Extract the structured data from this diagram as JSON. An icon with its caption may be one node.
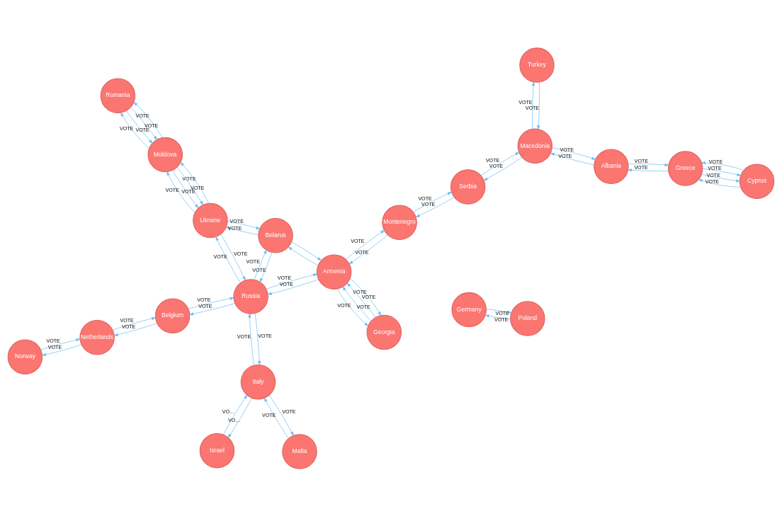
{
  "diagram": {
    "nodes": [
      {
        "text": [
          "Cyprus"
        ]
      },
      {
        "text": [
          "Germany"
        ]
      },
      {
        "text": [
          "Greece"
        ]
      },
      {
        "text": [
          "Malta"
        ]
      },
      {
        "text": [
          "Norway"
        ]
      },
      {
        "text": [
          "Poland"
        ]
      },
      {
        "text": [
          "Albania"
        ]
      },
      {
        "text": [
          "Israel"
        ]
      },
      {
        "text": [
          "Netherlands"
        ]
      },
      {
        "text": [
          "Italy"
        ]
      },
      {
        "text": [
          "Belgium"
        ]
      },
      {
        "text": [
          "Macedonia"
        ]
      },
      {
        "text": [
          "Belarus"
        ]
      },
      {
        "text": [
          "Serbia"
        ]
      },
      {
        "text": [
          "Russia"
        ]
      },
      {
        "text": [
          "Turkey"
        ]
      },
      {
        "text": [
          "Montenegro"
        ]
      },
      {
        "text": [
          "Armenia"
        ]
      },
      {
        "text": [
          "Georgia"
        ]
      },
      {
        "text": [
          "Ukraine"
        ]
      },
      {
        "text": [
          "Moldova"
        ]
      },
      {
        "text": [
          "Romania"
        ]
      }
    ],
    "edges": [
      {
        "from": 5,
        "to": 1,
        "arrow": "to",
        "label": "VOTE"
      },
      {
        "from": 1,
        "to": 5,
        "arrow": "to",
        "label": "VOTE"
      },
      {
        "from": 2,
        "to": 0,
        "arrow": "to",
        "label": "VOTE"
      },
      {
        "from": 2,
        "to": 0,
        "arrow": "to",
        "label": "VOTE"
      },
      {
        "from": 0,
        "to": 2,
        "arrow": "to",
        "label": "VOTE"
      },
      {
        "from": 0,
        "to": 2,
        "arrow": "to",
        "label": "VOTE"
      },
      {
        "from": 6,
        "to": 2,
        "arrow": "to",
        "label": "VOTE"
      },
      {
        "from": 2,
        "to": 6,
        "arrow": "to",
        "label": "VOTE"
      },
      {
        "from": 11,
        "to": 6,
        "arrow": "to",
        "label": "VOTE"
      },
      {
        "from": 6,
        "to": 11,
        "arrow": "to",
        "label": "VOTE"
      },
      {
        "from": 15,
        "to": 11,
        "arrow": "to",
        "label": "VOTE"
      },
      {
        "from": 11,
        "to": 15,
        "arrow": "to",
        "label": "VOTE"
      },
      {
        "from": 11,
        "to": 13,
        "arrow": "to",
        "label": "VOTE"
      },
      {
        "from": 13,
        "to": 11,
        "arrow": "to",
        "label": "VOTE"
      },
      {
        "from": 13,
        "to": 16,
        "arrow": "to",
        "label": "VOTE"
      },
      {
        "from": 16,
        "to": 13,
        "arrow": "to",
        "label": "VOTE"
      },
      {
        "from": 3,
        "to": 9,
        "arrow": "to",
        "label": "VOTE"
      },
      {
        "from": 9,
        "to": 3,
        "arrow": "to",
        "label": "VOTE"
      },
      {
        "from": 7,
        "to": 9,
        "arrow": "to",
        "label": "VO…"
      },
      {
        "from": 9,
        "to": 7,
        "arrow": "to",
        "label": "VO…"
      },
      {
        "from": 4,
        "to": 8,
        "arrow": "to",
        "label": "VOTE"
      },
      {
        "from": 8,
        "to": 4,
        "arrow": "to",
        "label": "VOTE"
      },
      {
        "from": 8,
        "to": 10,
        "arrow": "to",
        "label": "VOTE"
      },
      {
        "from": 10,
        "to": 8,
        "arrow": "to",
        "label": "VOTE"
      },
      {
        "from": 9,
        "to": 14,
        "arrow": "to",
        "label": "VOTE"
      },
      {
        "from": 14,
        "to": 9,
        "arrow": "to",
        "label": "VOTE"
      },
      {
        "from": 14,
        "to": 10,
        "arrow": "to",
        "label": "VOTE"
      },
      {
        "from": 10,
        "to": 14,
        "arrow": "to",
        "label": "VOTE"
      },
      {
        "from": 12,
        "to": 14,
        "arrow": "to",
        "label": "VOTE"
      },
      {
        "from": 14,
        "to": 12,
        "arrow": "to",
        "label": "VOTE"
      },
      {
        "from": 17,
        "to": 14,
        "arrow": "to",
        "label": "VOTE"
      },
      {
        "from": 14,
        "to": 17,
        "arrow": "to",
        "label": "VOTE"
      },
      {
        "from": 16,
        "to": 17,
        "arrow": "to",
        "label": "VOTE"
      },
      {
        "from": 17,
        "to": 16,
        "arrow": "to",
        "label": "VOTE"
      },
      {
        "from": 18,
        "to": 17,
        "arrow": "to",
        "label": "VOTE"
      },
      {
        "from": 18,
        "to": 17,
        "arrow": "to",
        "label": "VOTE"
      },
      {
        "from": 17,
        "to": 18,
        "arrow": "to",
        "label": "VOTE"
      },
      {
        "from": 17,
        "to": 18,
        "arrow": "to",
        "label": "VOTE"
      },
      {
        "from": 12,
        "to": 17,
        "arrow": "to"
      },
      {
        "from": 17,
        "to": 12,
        "arrow": "to"
      },
      {
        "from": 12,
        "to": 19,
        "arrow": "to",
        "label": "VOTE"
      },
      {
        "from": 19,
        "to": 12,
        "arrow": "to",
        "label": "VOTE"
      },
      {
        "from": 14,
        "to": 19,
        "arrow": "to",
        "label": "VOTE"
      },
      {
        "from": 19,
        "to": 14,
        "arrow": "to",
        "label": "VOTE"
      },
      {
        "from": 20,
        "to": 19,
        "arrow": "to",
        "label": "VOTE"
      },
      {
        "from": 20,
        "to": 19,
        "arrow": "to",
        "label": "VOTE"
      },
      {
        "from": 19,
        "to": 20,
        "arrow": "to",
        "label": "VOTE"
      },
      {
        "from": 19,
        "to": 20,
        "arrow": "to",
        "label": "VOTE"
      },
      {
        "from": 21,
        "to": 20,
        "arrow": "to",
        "label": "VOTE"
      },
      {
        "from": 21,
        "to": 20,
        "arrow": "to",
        "label": "VOTE"
      },
      {
        "from": 20,
        "to": 21,
        "arrow": "to",
        "label": "VOTE"
      },
      {
        "from": 20,
        "to": 21,
        "arrow": "to",
        "label": "VOTE"
      }
    ]
  }
}
